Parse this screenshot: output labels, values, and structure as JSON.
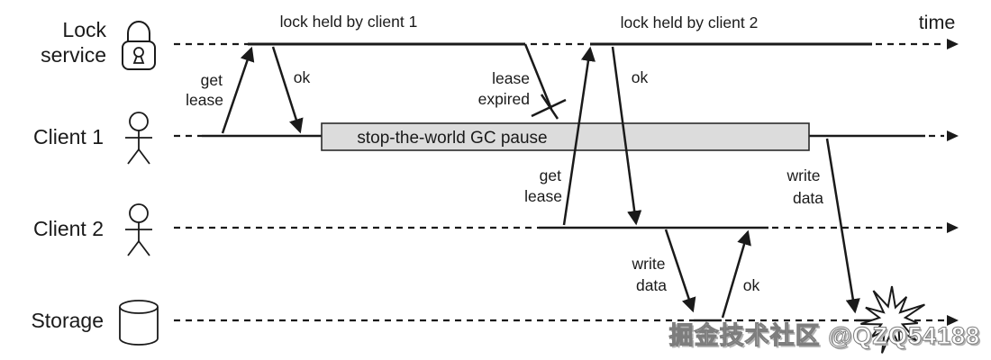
{
  "time_label": "time",
  "lanes": [
    {
      "id": "lock-service",
      "label": "Lock service",
      "label_lines": [
        "Lock",
        "service"
      ],
      "icon": "padlock-icon"
    },
    {
      "id": "client-1",
      "label": "Client 1",
      "label_lines": [
        "Client 1"
      ],
      "icon": "person-icon"
    },
    {
      "id": "client-2",
      "label": "Client 2",
      "label_lines": [
        "Client 2"
      ],
      "icon": "person-icon"
    },
    {
      "id": "storage",
      "label": "Storage",
      "label_lines": [
        "Storage"
      ],
      "icon": "database-cylinder-icon"
    }
  ],
  "spans": {
    "lock_held_c1": "lock held by client 1",
    "lock_held_c2": "lock held by client 2",
    "gc_pause": "stop-the-world GC pause"
  },
  "messages": {
    "c1_get_lease": [
      "get",
      "lease"
    ],
    "c1_ok": "ok",
    "lease_expired": [
      "lease",
      "expired"
    ],
    "c2_get_lease": [
      "get",
      "lease"
    ],
    "c2_ok": "ok",
    "c2_write_data": [
      "write",
      "data"
    ],
    "storage_ok": "ok",
    "c1_write_data": [
      "write",
      "data"
    ]
  },
  "watermark": "掘金技术社区 @QZQ54188",
  "colors": {
    "stroke": "#1a1a1a",
    "gc_box_fill": "#dcdcdc",
    "gc_box_stroke": "#2b2b2b",
    "burst_fill": "#ffffff"
  }
}
